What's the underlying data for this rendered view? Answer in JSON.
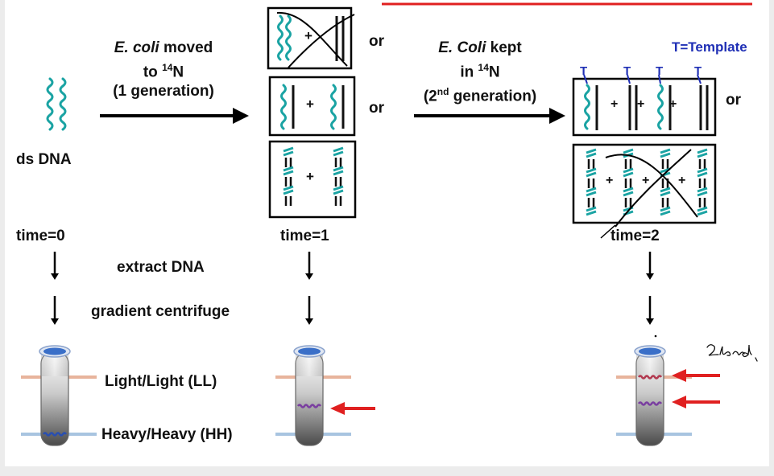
{
  "step1": {
    "line1_italic": "E. coli",
    "line1_rest": " moved",
    "line2_pre": "to ",
    "line2_sup": "14",
    "line2_post": "N",
    "line3": "(1 generation)"
  },
  "step2": {
    "line1_italic": "E. Coli",
    "line1_rest": " kept",
    "line2_pre": "in ",
    "line2_sup": "14",
    "line2_post": "N",
    "line3_pre": "(2",
    "line3_sup": "nd",
    "line3_post": " generation)"
  },
  "ds_dna": "ds DNA",
  "or_label": "or",
  "plus": "+",
  "template_legend": "T=Template",
  "template_mark": "T",
  "time0": "time=0",
  "time1": "time=1",
  "time2": "time=2",
  "extract_dna": "extract DNA",
  "gradient_centrifuge": "gradient centrifuge",
  "band_light": "Light/Light (LL)",
  "band_heavy": "Heavy/Heavy (HH)",
  "handwritten_note": "2 bands",
  "colors": {
    "strand_old": "#1aa3a3",
    "strand_new": "#111111",
    "template_blue": "#1f2fb5",
    "arrow_red": "#e02020",
    "band_light": "#e8b49c",
    "band_heavy": "#a8c4e0",
    "tube_cap": "#3a6fc8"
  }
}
